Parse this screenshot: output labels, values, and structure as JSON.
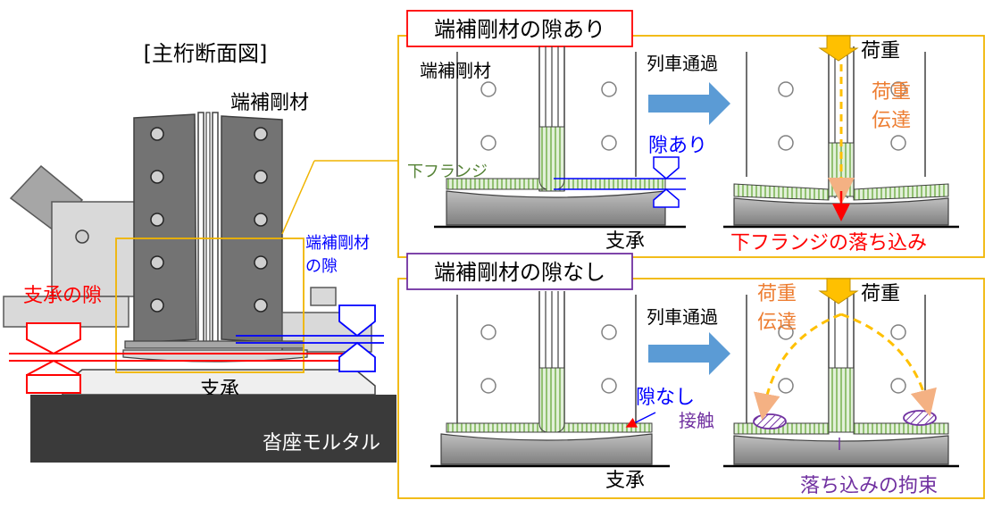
{
  "left": {
    "title": "[主桁断面図]",
    "stiffener_label": "端補剛材",
    "stiffener_gap_label_1": "端補剛材",
    "stiffener_gap_label_2": "の隙",
    "bearing_gap_label": "支承の隙",
    "bearing_label": "支承",
    "mortar_label": "沓座モルタル"
  },
  "top_panel": {
    "title": "端補剛材の隙あり",
    "stiffener_label": "端補剛材",
    "train_label": "列車通過",
    "gap_label": "隙あり",
    "flange_label": "下フランジ",
    "bearing_label": "支承",
    "load_label": "荷重",
    "transfer_label_1": "荷重",
    "transfer_label_2": "伝達",
    "result_label": "下フランジの落ち込み"
  },
  "bottom_panel": {
    "title": "端補剛材の隙なし",
    "train_label": "列車通過",
    "gap_label": "隙なし",
    "bearing_label": "支承",
    "load_label": "荷重",
    "transfer_label_1": "荷重",
    "transfer_label_2": "伝達",
    "contact_label": "接触",
    "result_label": "落ち込みの拘束"
  },
  "colors": {
    "orange_frame": "#f0b400",
    "red": "#ff0000",
    "blue": "#0000ff",
    "green": "#548235",
    "orange_text": "#ed7d31",
    "purple": "#7030a0",
    "arrow_blue": "#5b9bd5",
    "steel": "#666666",
    "mortar": "#3a3a3a"
  }
}
